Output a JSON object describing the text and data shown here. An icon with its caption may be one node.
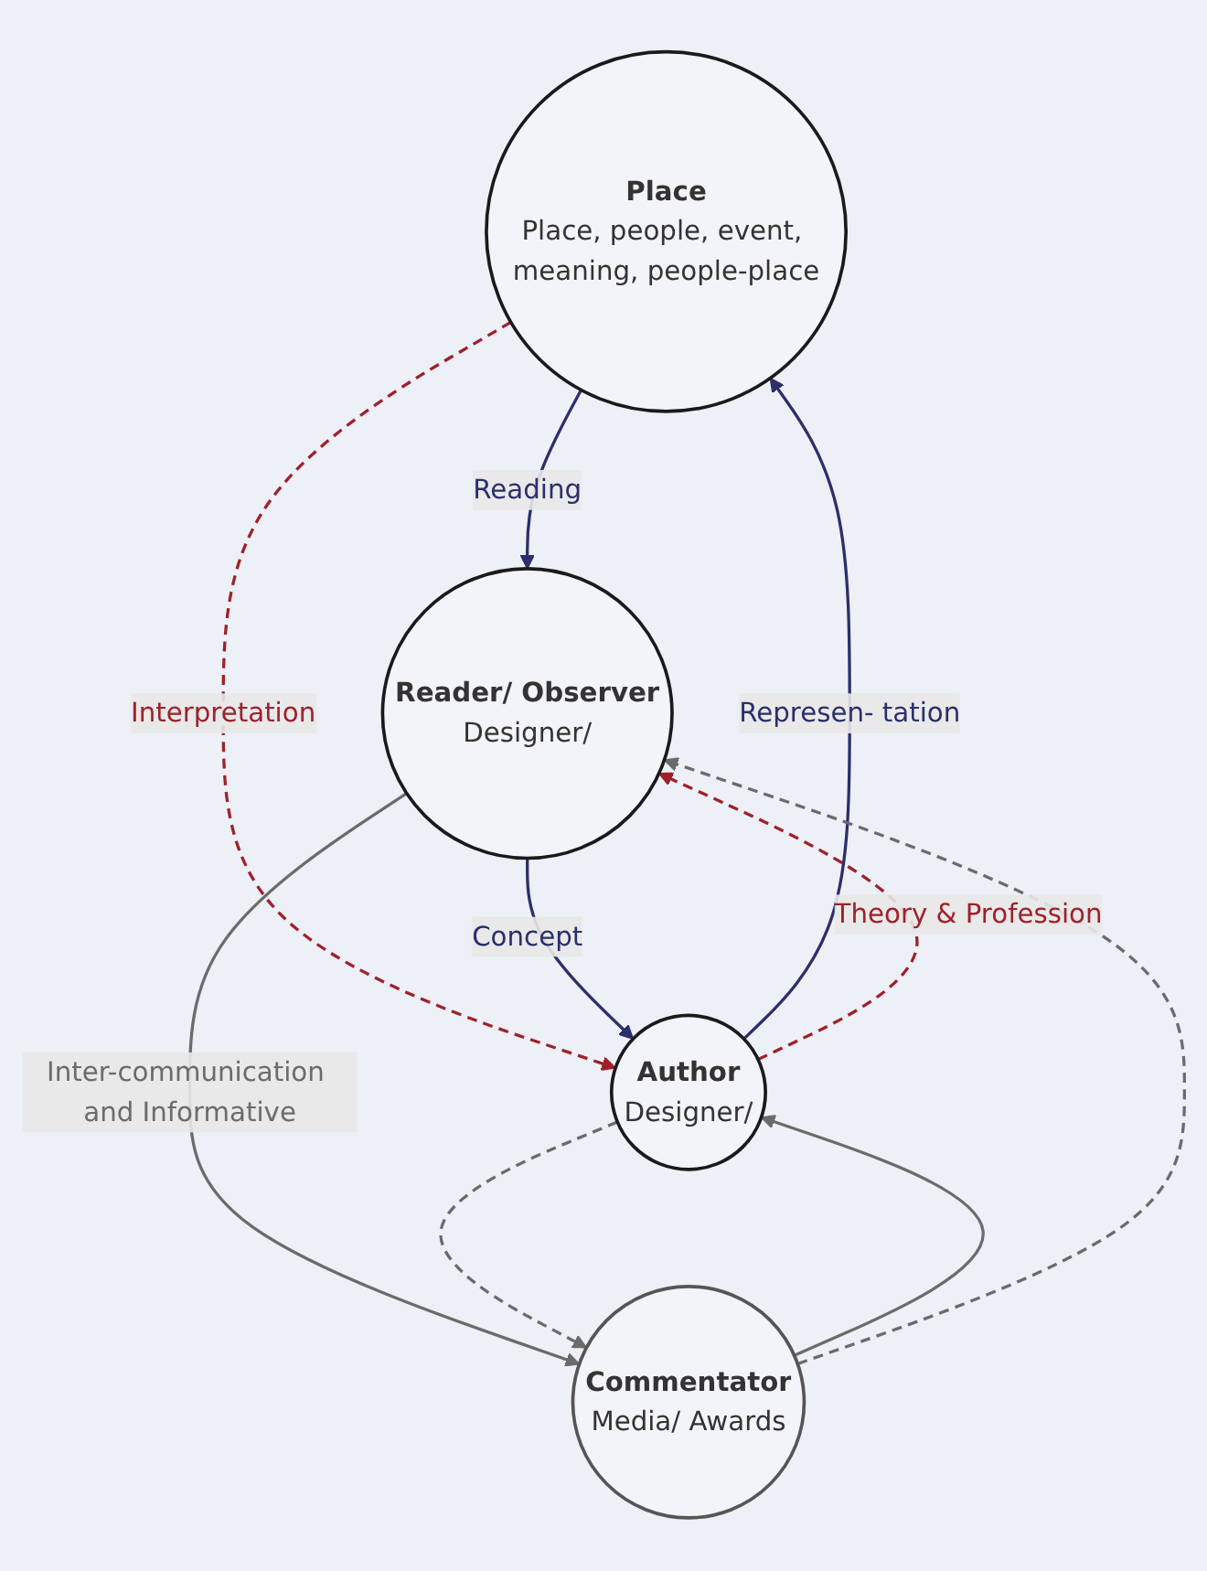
{
  "diagram": {
    "nodes": [
      {
        "text": [
          "Place",
          "Place, people, event, meaning, people-place"
        ]
      },
      {
        "text": [
          "Reader/ Observer",
          "Designer/"
        ]
      },
      {
        "text": [
          "Author",
          "Designer/"
        ]
      },
      {
        "text": [
          "Commentator",
          "Media/ Awards"
        ]
      }
    ],
    "edges": [
      {
        "from": 0,
        "to": 1,
        "arrow": "to",
        "label": "Reading",
        "color": "#2b2f6b"
      },
      {
        "from": 2,
        "to": 0,
        "arrow": "to",
        "label": "Represen- tation",
        "color": "#2b2f6b"
      },
      {
        "from": 0,
        "to": 2,
        "arrow": "to",
        "label": "Interpretation",
        "style": "dashed",
        "color": "#a0202a"
      },
      {
        "from": 2,
        "to": 1,
        "arrow": "to",
        "label": "Theory & Profession",
        "style": "dashed",
        "color": "#a0202a"
      },
      {
        "from": 1,
        "to": 2,
        "arrow": "to",
        "label": "Concept",
        "color": "#2b2f6b"
      },
      {
        "from": 1,
        "to": 3,
        "arrow": "to",
        "label": "Inter-communication and Informative",
        "color": "#6b6b6b"
      },
      {
        "from": 3,
        "to": 2,
        "arrow": "to",
        "color": "#6b6b6b"
      },
      {
        "from": 3,
        "to": 1,
        "arrow": "to",
        "style": "dashed",
        "color": "#6b6b6b"
      },
      {
        "from": 2,
        "to": 3,
        "arrow": "to",
        "style": "dashed",
        "color": "#6b6b6b"
      }
    ]
  }
}
